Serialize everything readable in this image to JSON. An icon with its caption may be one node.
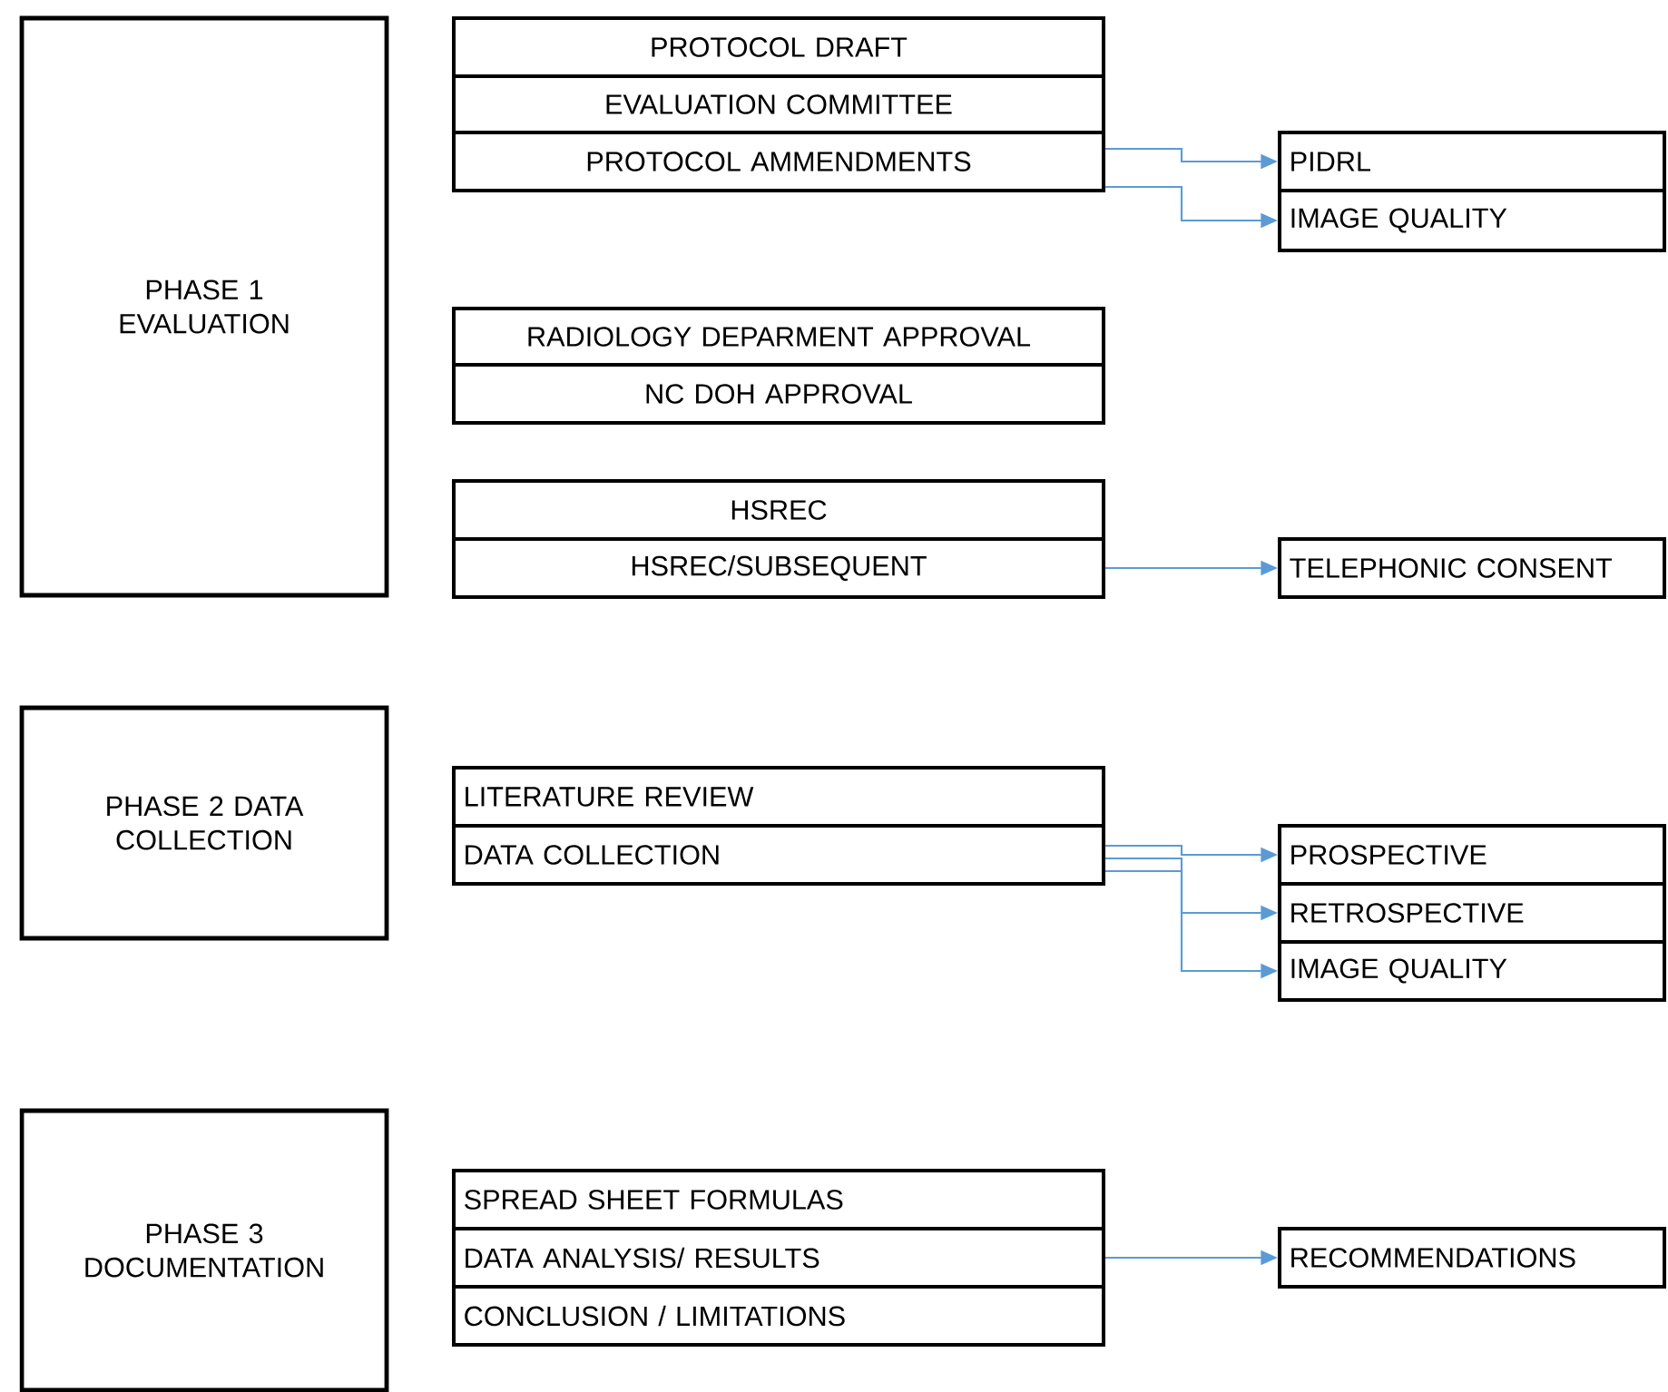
{
  "diagram": {
    "nodes": [
      {
        "text": [
          "PHASE 1 EVALUATION"
        ]
      },
      {
        "text": [
          "PROTOCOL DRAFT"
        ]
      },
      {
        "text": [
          "EVALUATION COMMITTEE"
        ]
      },
      {
        "text": [
          "PROTOCOL AMMENDMENTS"
        ]
      },
      {
        "text": [
          "PIDRL"
        ]
      },
      {
        "text": [
          "IMAGE QUALITY"
        ]
      },
      {
        "text": [
          "RADIOLOGY DEPARMENT APPROVAL"
        ]
      },
      {
        "text": [
          "NC DOH APPROVAL"
        ]
      },
      {
        "text": [
          "HSREC"
        ]
      },
      {
        "text": [
          "HSREC/SUBSEQUENT"
        ]
      },
      {
        "text": [
          "TELEPHONIC CONSENT"
        ]
      },
      {
        "text": [
          "PHASE 2 DATA COLLECTION"
        ]
      },
      {
        "text": [
          "LITERATURE REVIEW"
        ]
      },
      {
        "text": [
          "DATA COLLECTION"
        ]
      },
      {
        "text": [
          "PROSPECTIVE"
        ]
      },
      {
        "text": [
          "RETROSPECTIVE"
        ]
      },
      {
        "text": [
          "IMAGE QUALITY"
        ]
      },
      {
        "text": [
          "PHASE 3 DOCUMENTATION"
        ]
      },
      {
        "text": [
          "SPREAD SHEET FORMULAS"
        ]
      },
      {
        "text": [
          "DATA ANALYSIS/ RESULTS"
        ]
      },
      {
        "text": [
          "CONCLUSION / LIMITATIONS"
        ]
      },
      {
        "text": [
          "RECOMMENDATIONS"
        ]
      }
    ],
    "edges": [
      {
        "from": 3,
        "to": 4,
        "arrow": "to"
      },
      {
        "from": 3,
        "to": 5,
        "arrow": "to"
      },
      {
        "from": 9,
        "to": 10,
        "arrow": "to"
      },
      {
        "from": 13,
        "to": 14,
        "arrow": "to"
      },
      {
        "from": 13,
        "to": 15,
        "arrow": "to"
      },
      {
        "from": 13,
        "to": 16,
        "arrow": "to"
      },
      {
        "from": 19,
        "to": 21,
        "arrow": "to"
      }
    ]
  }
}
